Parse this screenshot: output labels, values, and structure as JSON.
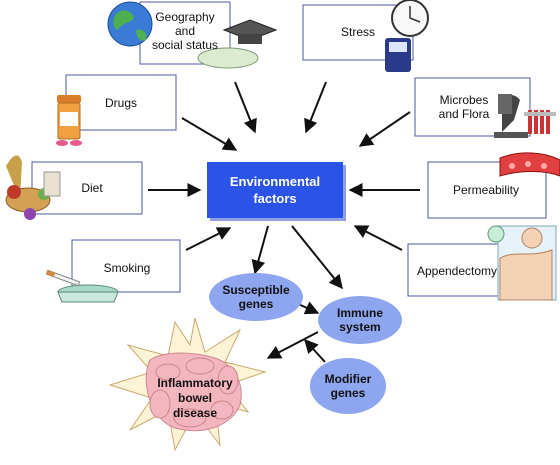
{
  "center": {
    "label": "Environmental\nfactors",
    "color": "#2b54e6"
  },
  "factors": [
    {
      "id": "geography",
      "label": "Geography\nand\nsocial status",
      "icon": "globe-graduation-cap-icon"
    },
    {
      "id": "stress",
      "label": "Stress",
      "icon": "clock-stopwatch-icon"
    },
    {
      "id": "drugs",
      "label": "Drugs",
      "icon": "pill-bottle-icon"
    },
    {
      "id": "microbes",
      "label": "Microbes\nand Flora",
      "icon": "microscope-icon"
    },
    {
      "id": "diet",
      "label": "Diet",
      "icon": "food-basket-icon"
    },
    {
      "id": "permeability",
      "label": "Permeability",
      "icon": "blood-vessel-icon"
    },
    {
      "id": "smoking",
      "label": "Smoking",
      "icon": "cigarette-ashtray-icon"
    },
    {
      "id": "appendectomy",
      "label": "Appendectomy",
      "icon": "surgery-patient-icon"
    }
  ],
  "nodes": {
    "susceptible_genes": "Susceptible\ngenes",
    "immune_system": "Immune\nsystem",
    "modifier_genes": "Modifier\ngenes",
    "ibd": "Inflammatory\nbowel\ndisease"
  },
  "colors": {
    "ellipse": "#8ea6f0",
    "box_border": "#4a5aa0",
    "starburst": "#fdf4d8",
    "bowel": "#f0a0b0"
  }
}
